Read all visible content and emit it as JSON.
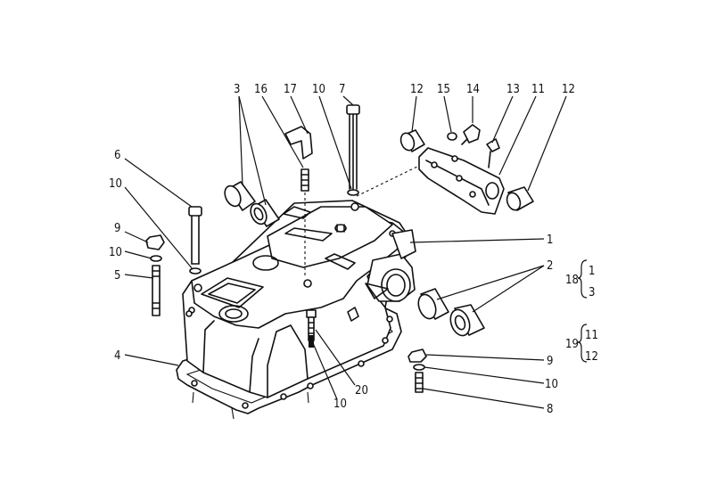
{
  "callouts": {
    "c3": "3",
    "c16": "16",
    "c17": "17",
    "c10_top": "10",
    "c7": "7",
    "c12_left": "12",
    "c15": "15",
    "c14": "14",
    "c13": "13",
    "c11": "11",
    "c12_right": "12",
    "c6": "6",
    "c10_left_upper": "10",
    "c9_left": "9",
    "c10_left_lower": "10",
    "c5": "5",
    "c4": "4",
    "c1": "1",
    "c2": "2",
    "c9_right": "9",
    "c10_right": "10",
    "c8": "8",
    "c20": "20",
    "c10_bottom": "10"
  },
  "kits": {
    "kit18": {
      "number": "18",
      "items": [
        "1",
        "3"
      ]
    },
    "kit19": {
      "number": "19",
      "items": [
        "11",
        "12"
      ]
    }
  }
}
